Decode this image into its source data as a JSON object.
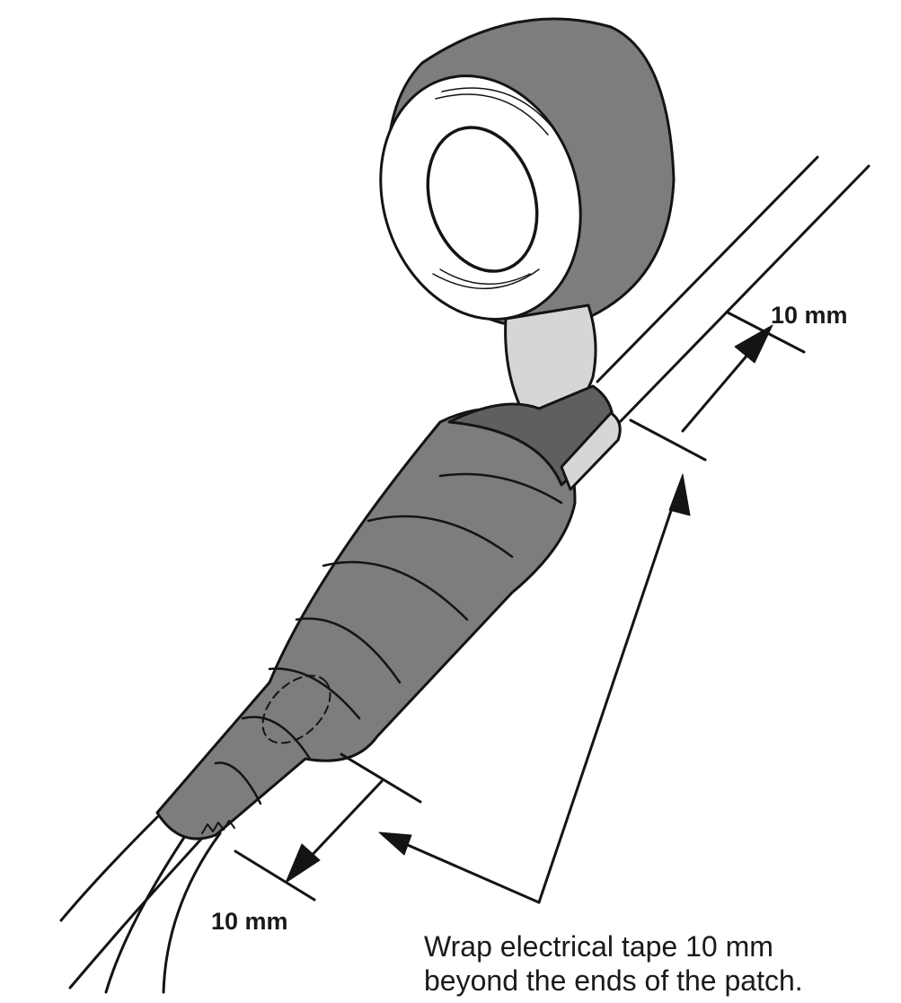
{
  "labels": {
    "top_dimension": "10 mm",
    "bottom_dimension": "10 mm",
    "instruction_line1": "Wrap electrical tape 10 mm",
    "instruction_line2": "beyond the ends of the patch."
  },
  "colors": {
    "tape": "#7d7d7d",
    "tape_dark": "#5f5f5f",
    "tape_light": "#d6d6d6",
    "outline": "#141414",
    "background": "#ffffff"
  }
}
